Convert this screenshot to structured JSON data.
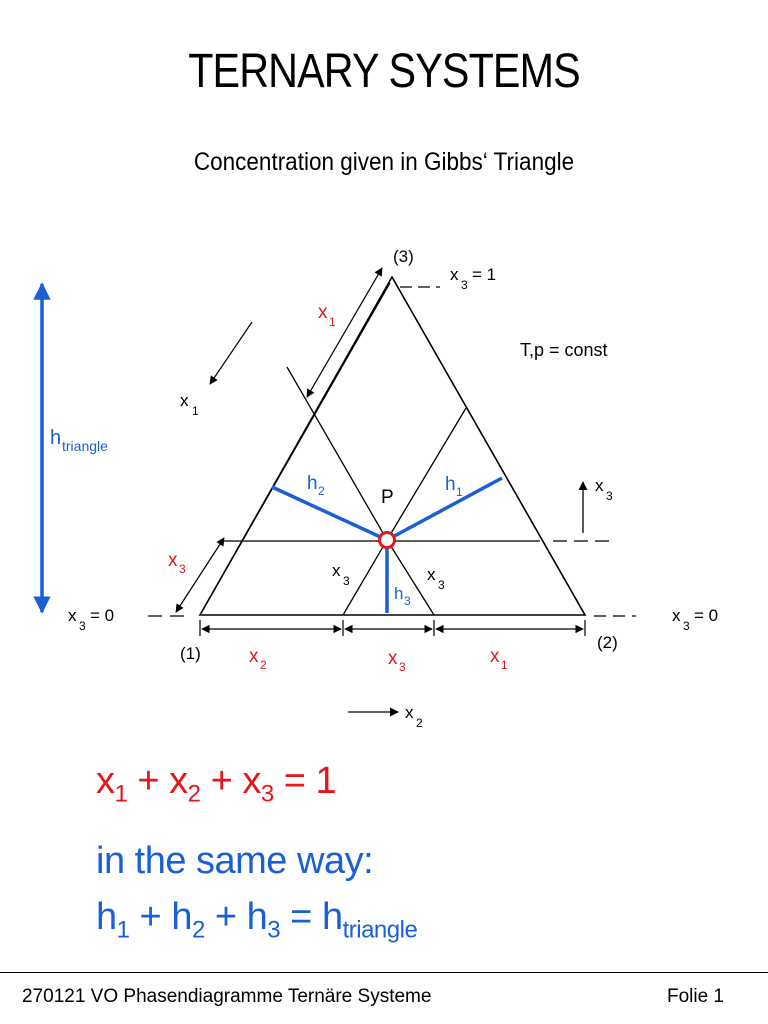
{
  "slide": {
    "title": "TERNARY SYSTEMS",
    "subtitle": "Concentration given in Gibbs‘ Triangle"
  },
  "diagram": {
    "vertex_top": "(3)",
    "vertex_left": "(1)",
    "vertex_right": "(2)",
    "x3_top_label": "x",
    "x3_top_sub": "3",
    "x3_top_value": "= 1",
    "x3_left_label": "x",
    "x3_left_sub": "3",
    "x3_left_value": "= 0",
    "x3_right_label": "x",
    "x3_right_sub": "3",
    "x3_right_value": "= 0",
    "tp_label": "T,p = const",
    "point_label": "P",
    "h_triangle_main": "h",
    "h_triangle_sub": "triangle",
    "h1_main": "h",
    "h1_sub": "1",
    "h2_main": "h",
    "h2_sub": "2",
    "h3_main": "h",
    "h3_sub": "3",
    "x1_red_top_main": "x",
    "x1_red_top_sub": "1",
    "x1_axis_main": "x",
    "x1_axis_sub": "1",
    "x3_red_side_main": "x",
    "x3_red_side_sub": "3",
    "x3_axis_main": "x",
    "x3_axis_sub": "3",
    "x3_inner_left_main": "x",
    "x3_inner_left_sub": "3",
    "x3_inner_right_main": "x",
    "x3_inner_right_sub": "3",
    "x2_bottom_main": "x",
    "x2_bottom_sub": "2",
    "x3_bottom_main": "x",
    "x3_bottom_sub": "3",
    "x1_bottom_main": "x",
    "x1_bottom_sub": "1",
    "x2_axis_main": "x",
    "x2_axis_sub": "2",
    "colors": {
      "red": "#e8141b",
      "blue": "#1a5fd6",
      "black": "#000000"
    }
  },
  "equations": {
    "sum_x": {
      "x": "x",
      "s1": "1",
      "plus1": " + ",
      "s2": "2",
      "plus2": " + ",
      "s3": "3",
      "eq": " = 1"
    },
    "same_way": "in the same way:",
    "sum_h": {
      "h": "h",
      "s1": "1",
      "plus1": " + ",
      "s2": "2",
      "plus2": " + ",
      "s3": "3",
      "eq": " = ",
      "tri": "triangle"
    }
  },
  "footer": {
    "left": "270121 VO Phasendiagramme Ternäre Systeme",
    "right": "Folie 1"
  }
}
